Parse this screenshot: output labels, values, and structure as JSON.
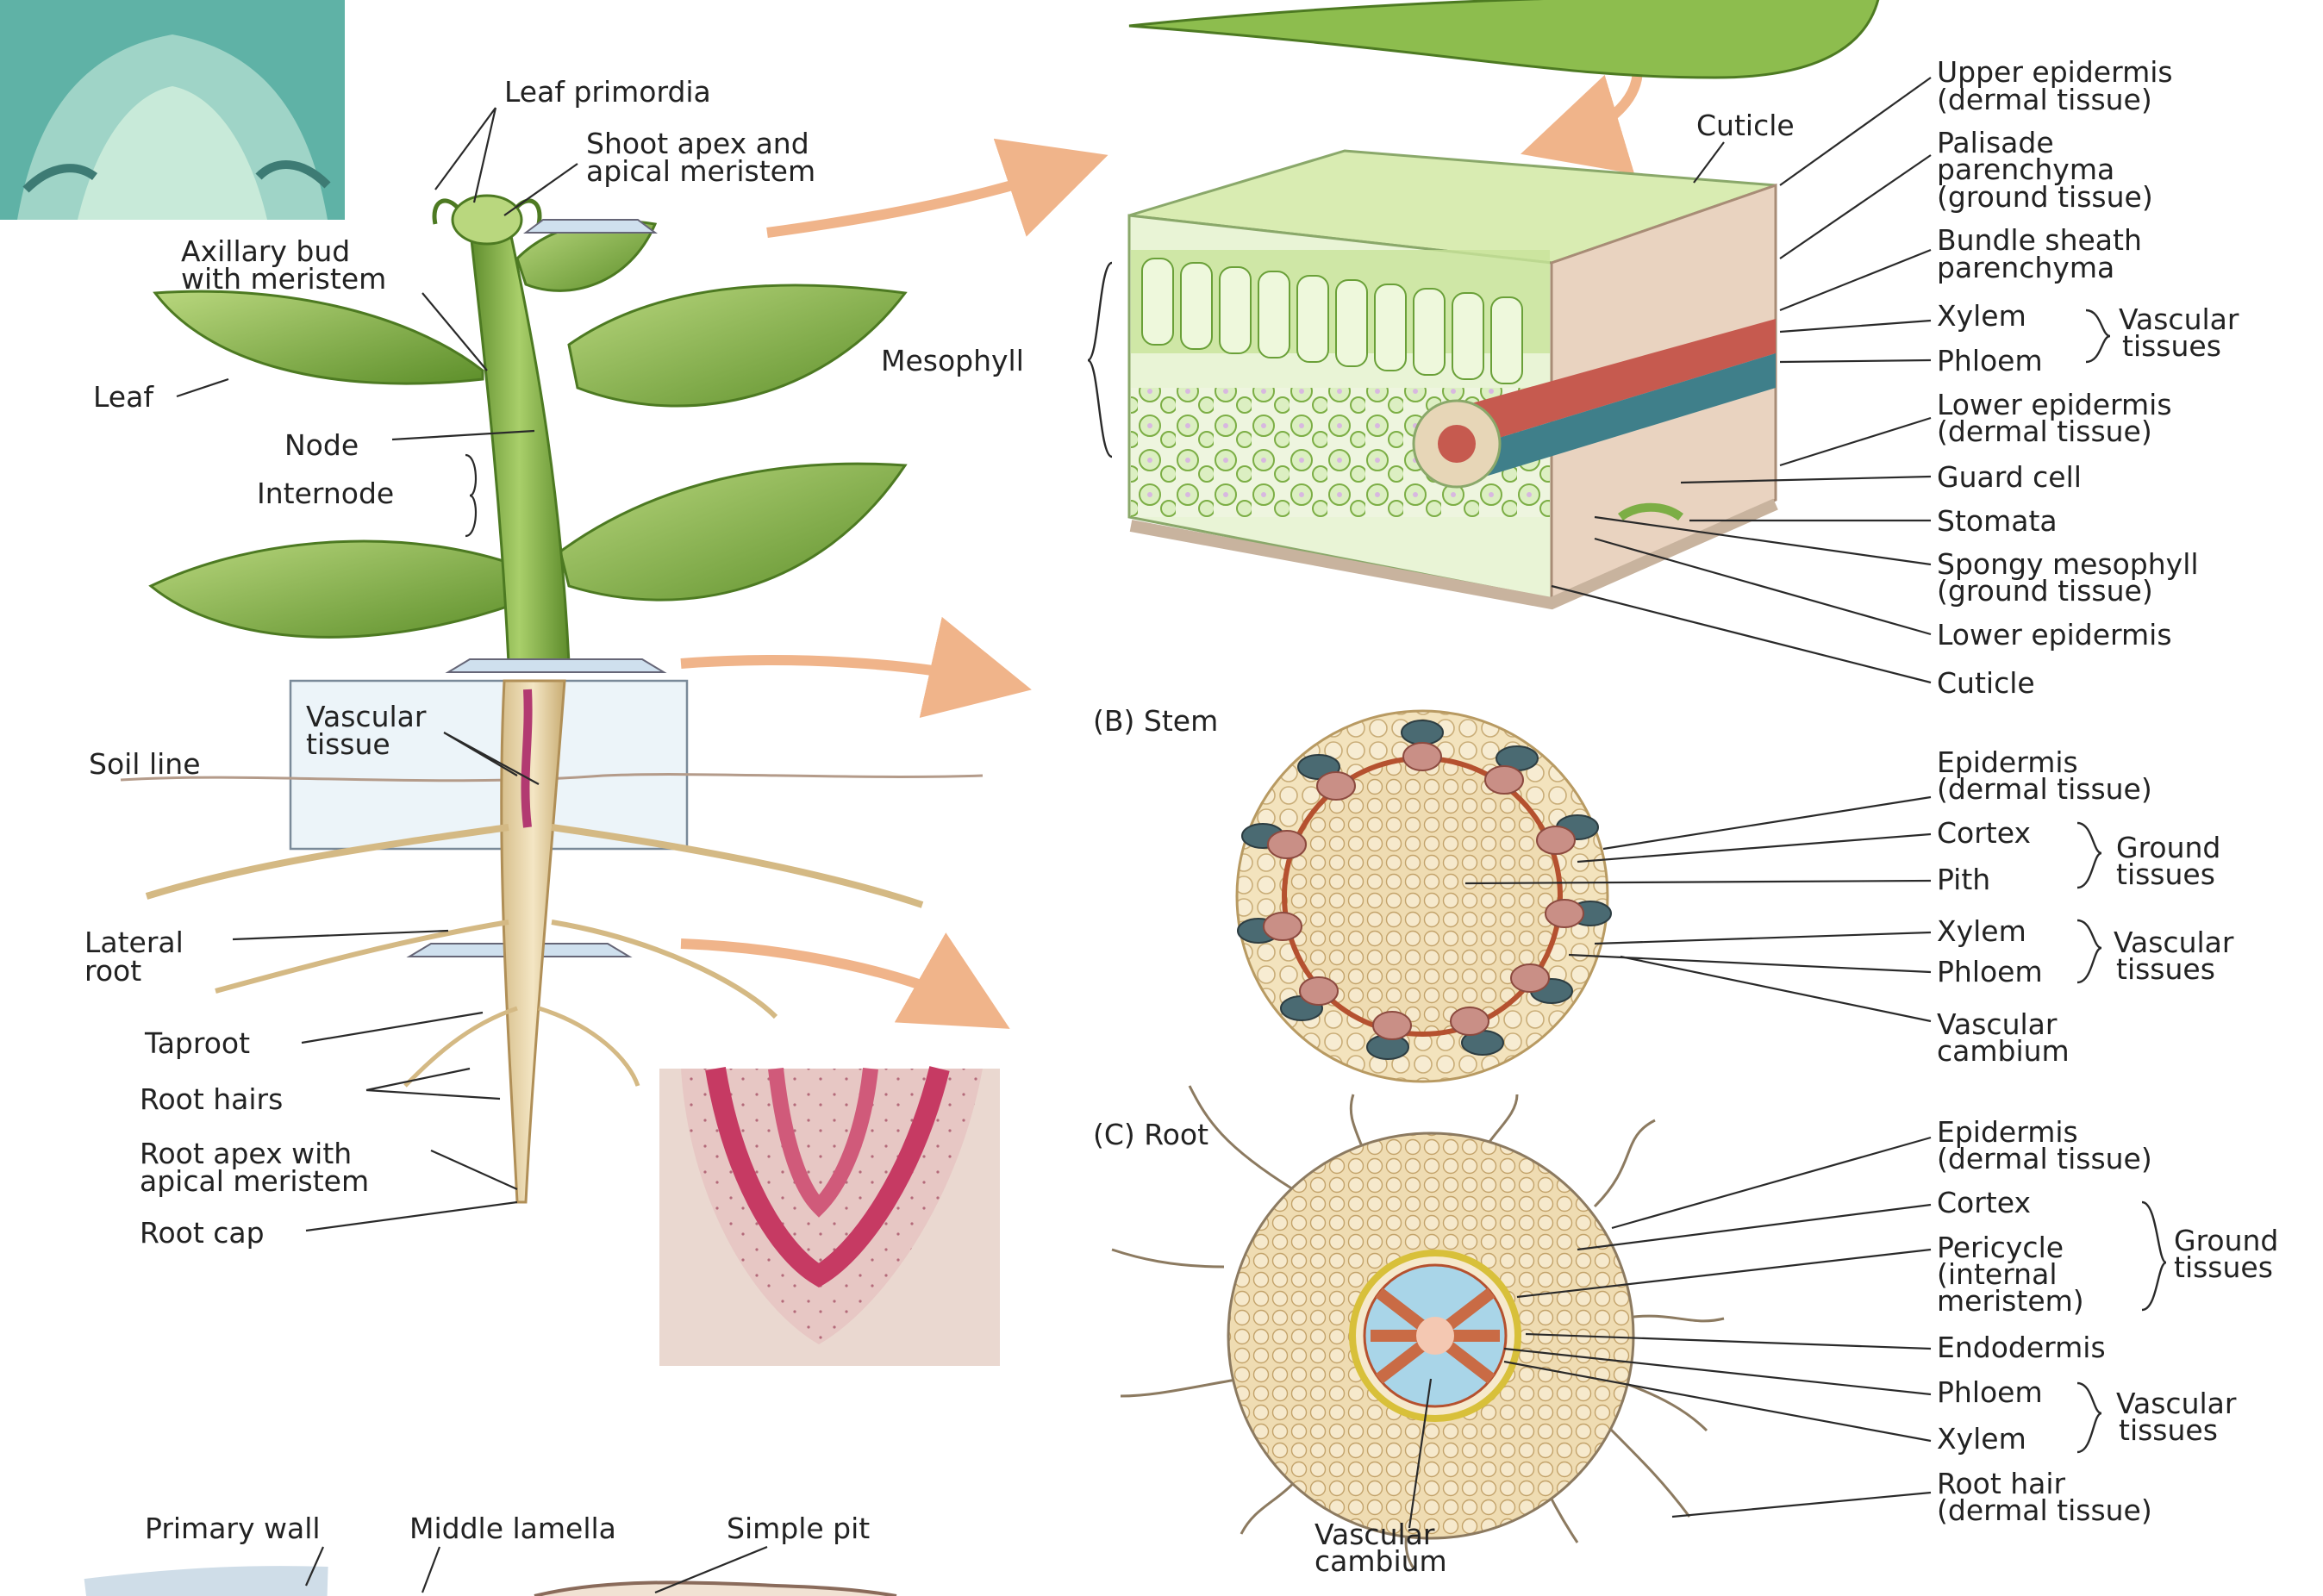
{
  "colors": {
    "plant_green": "#7fae3a",
    "stem_tan": "#e9d7a8",
    "arrow": "#f0b48a",
    "root_pink": "#c63a63",
    "vascular_red": "#c14a32",
    "xylem_dark": "#3f5f6a"
  },
  "plant": {
    "leaf_primordia": "Leaf primordia",
    "shoot_apex_1": "Shoot apex and",
    "shoot_apex_2": "apical meristem",
    "axillary_1": "Axillary bud",
    "axillary_2": "with meristem",
    "leaf": "Leaf",
    "node": "Node",
    "internode": "Internode",
    "vascular_1": "Vascular",
    "vascular_2": "tissue",
    "soil_line": "Soil line",
    "lateral_1": "Lateral",
    "lateral_2": "root",
    "taproot": "Taproot",
    "root_hairs": "Root hairs",
    "root_apex_1": "Root apex with",
    "root_apex_2": "apical meristem",
    "root_cap": "Root cap"
  },
  "leaf_section": {
    "cuticle_top": "Cuticle",
    "mesophyll": "Mesophyll",
    "upper_epi_1": "Upper epidermis",
    "upper_epi_2": "(dermal tissue)",
    "palisade_1": "Palisade",
    "palisade_2": "parenchyma",
    "palisade_3": "(ground tissue)",
    "bundle_1": "Bundle sheath",
    "bundle_2": "parenchyma",
    "xylem": "Xylem",
    "phloem": "Phloem",
    "vascular_1": "Vascular",
    "vascular_2": "tissues",
    "lower_epi_1": "Lower epidermis",
    "lower_epi_2": "(dermal tissue)",
    "guard_cell": "Guard cell",
    "stomata": "Stomata",
    "spongy_1": "Spongy mesophyll",
    "spongy_2": "(ground tissue)",
    "lower_epi_b": "Lower epidermis",
    "cuticle_bottom": "Cuticle"
  },
  "stem_section": {
    "heading": "(B)  Stem",
    "epi_1": "Epidermis",
    "epi_2": "(dermal tissue)",
    "cortex": "Cortex",
    "pith": "Pith",
    "ground_1": "Ground",
    "ground_2": "tissues",
    "xylem": "Xylem",
    "phloem": "Phloem",
    "vascular_1": "Vascular",
    "vascular_2": "tissues",
    "cambium_1": "Vascular",
    "cambium_2": "cambium"
  },
  "root_section": {
    "heading": "(C)  Root",
    "epi_1": "Epidermis",
    "epi_2": "(dermal tissue)",
    "cortex": "Cortex",
    "pericycle_1": "Pericycle",
    "pericycle_2": "(internal",
    "pericycle_3": "meristem)",
    "ground_1": "Ground",
    "ground_2": "tissues",
    "endodermis": "Endodermis",
    "phloem": "Phloem",
    "xylem": "Xylem",
    "vascular_1": "Vascular",
    "vascular_2": "tissues",
    "roothair_1": "Root hair",
    "roothair_2": "(dermal tissue)",
    "cambium_1": "Vascular",
    "cambium_2": "cambium"
  },
  "cell_wall": {
    "primary_wall": "Primary wall",
    "middle_lamella": "Middle lamella",
    "simple_pit": "Simple pit"
  }
}
